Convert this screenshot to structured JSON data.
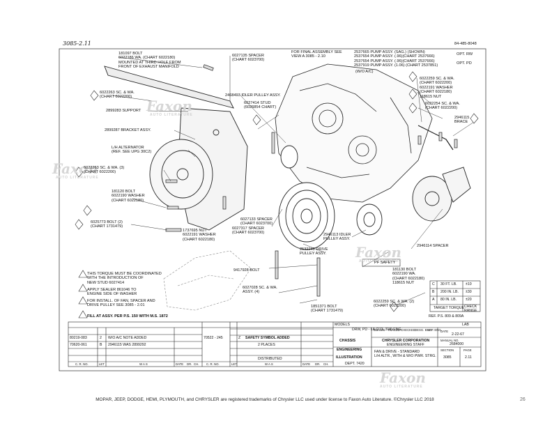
{
  "header": {
    "sheet_ref": "3085-2.11",
    "drawing_no_top": "84-485-8048"
  },
  "callouts": {
    "c1": "181097 BOLT\n6022186 WA. (CHART 6022180)\nMOUNTED AT THIRD HOLE FROM\nFRONT OF EXHAUST MANIFOLD",
    "c2": "6027135 SPACER\n(CHART 6023700)",
    "c3": "FOR FINAL ASSEMBLY SEE\nVIEW A 3085 - 2.10",
    "c4": "2537665 PUMP ASSY. (SAG.) (SHOWN)\n2537654 PUMP ASSY. (.96)(CHART 2537666)\n2537654 PUMP ASSY. (.96)(CHART 2537666)\n2537919 PUMP ASSY. (1.06) (CHART 2537851)",
    "c4b": "OPT. RW",
    "c4c": "OPT. PD",
    "c5": "(W/O A/C)",
    "c6": "6022263 SC. & WA.\n(CHART 6022200)",
    "c7": "2468493 IDLER PULLEY ASSY.",
    "c8": "6027414 STUD\n(6026854 CHART)",
    "c9": "2899283 SUPPORT",
    "c10": "2899287 BRACKET ASSY.",
    "c11": "6022259 SC. & WA.\n(CHART 6022200)\n6022191 WASHER\n(CHART 6022180)\n118615 NUT",
    "c12": "6022254 SC. & WA.\n(CHART 6022200)",
    "c13": "2946115\nBRACE",
    "c14": "L/H ALTERNATOR\n(REF. SEE UPG 30C2)",
    "c15": "6022263 SC. & WA. (3)\n(CHART 6022200)",
    "c16": "181120 BOLT\n6022190 WASHER\n(CHART 6022180)",
    "c17": "6025773 BOLT (2)\n(CHART 1731479)",
    "c18": "6027133 SPACER\n(CHART 6023700)",
    "c19": "6027317 SPACER\n(CHART 6023700)",
    "c20": "1737695 NUT\n6022191 WASHER\n(CHART 6022180)",
    "c21": "2946113 IDLER\nPULLEY ASSY.",
    "c22": "2532248 DRIVE\nPULLEY ASSY.",
    "c23": "2946114 SPACER",
    "c24": "THIS TORQUE MUST BE COORDINATED\nWITH THE INTRODUCTION OF\nNEW STUD 6027414",
    "c25": "APPLY SEALER 861046 TO\nENGINE SIDE OF WASHER",
    "c26": "FOR INSTALL. OF FAN, SPACER AND\nDRIVE PULLEY SEE 3085 - 2.01",
    "c27": "FILL AT ASSY. PER P.S. 150 WITH M.S. 1872",
    "c28": "9417928 BOLT",
    "c29": "PF SAFETY",
    "c30": "181130 BOLT\n6022190 WA.\n(CHART 6022180)\n118615 NUT",
    "c31": "6027028 SC. & WA.\nASSY. (4)",
    "c32": "1851371 BOLT\n(CHART 1731479)",
    "c33": "6022259 SC. & WA. (2)\n(CHART 6022200)"
  },
  "torque_table": {
    "rows": [
      {
        "code": "C",
        "value": "30 FT. LB.",
        "tol": "±10"
      },
      {
        "code": "B",
        "value": "200 IN. LB.",
        "tol": "±30"
      },
      {
        "code": "A",
        "value": "80 IN. LB.",
        "tol": "±20"
      }
    ],
    "footer_left": "TARGET TORQUE",
    "footer_right": "CHECK\nRANGE",
    "ref": "REF. P.S. 809 & 809A"
  },
  "title_block": {
    "models_label": "MODELS",
    "models": "DRW, PD - LA (273, 318) ENG.",
    "chassis": "CHASSIS",
    "engineering": "ENGINEERING",
    "illustration": "ILLUSTRATION",
    "dept": "DEPT. 7420",
    "company": "CHRYSLER CORPORATION",
    "staff": "ENGINEERING STAFF",
    "title": "FAN & DRIVE - STANDARD\nL/H ALTR., WITH & W/O PWR. STRG.",
    "date_label": "DATE",
    "date": "2-22-67",
    "manual_label": "MANUAL NO.",
    "manual_no": "2684000",
    "section_label": "SECTION",
    "section": "3085",
    "page_label": "PAGE",
    "page": "2.11",
    "drawn": "DRAWN",
    "traced": "TRACED",
    "checked": "CHECKED",
    "desg_eng": "DESG. ENG.",
    "app_eng": "APP. ENG.",
    "lab": "LAB"
  },
  "revisions": [
    {
      "cr": "80219-083",
      "let": "2",
      "desc": "W/O A/C NOTE ADDED"
    },
    {
      "cr": "70620-061",
      "let": "B",
      "desc": "2946115 WAS 2899292"
    },
    {
      "cr": "",
      "let": "",
      "desc": ""
    }
  ],
  "revisions_mid": [
    {
      "let": "Z",
      "desc": "SAFETY SYMBOL ADDED"
    },
    {
      "let": "",
      "desc": "2 PLACES"
    },
    {
      "let": "",
      "desc": "DISTRIBUTED"
    }
  ],
  "col_heads": {
    "cr": "C. R. NO.",
    "let": "LET",
    "was": "W A S",
    "date": "DATE",
    "dr": "DR.",
    "ch": "CH."
  },
  "rev_nums": {
    "r1": "70522 - 245"
  },
  "footer": "MOPAR, JEEP, DODGE, HEMI, PLYMOUTH, and CHRYSLER are registered trademarks of Chrysler LLC used under license to Faxon Auto Literature. ©Chrysler LLC 2018",
  "page_number": "26",
  "watermark": {
    "brand": "Faxon",
    "sub": "AUTO LITERATURE"
  }
}
